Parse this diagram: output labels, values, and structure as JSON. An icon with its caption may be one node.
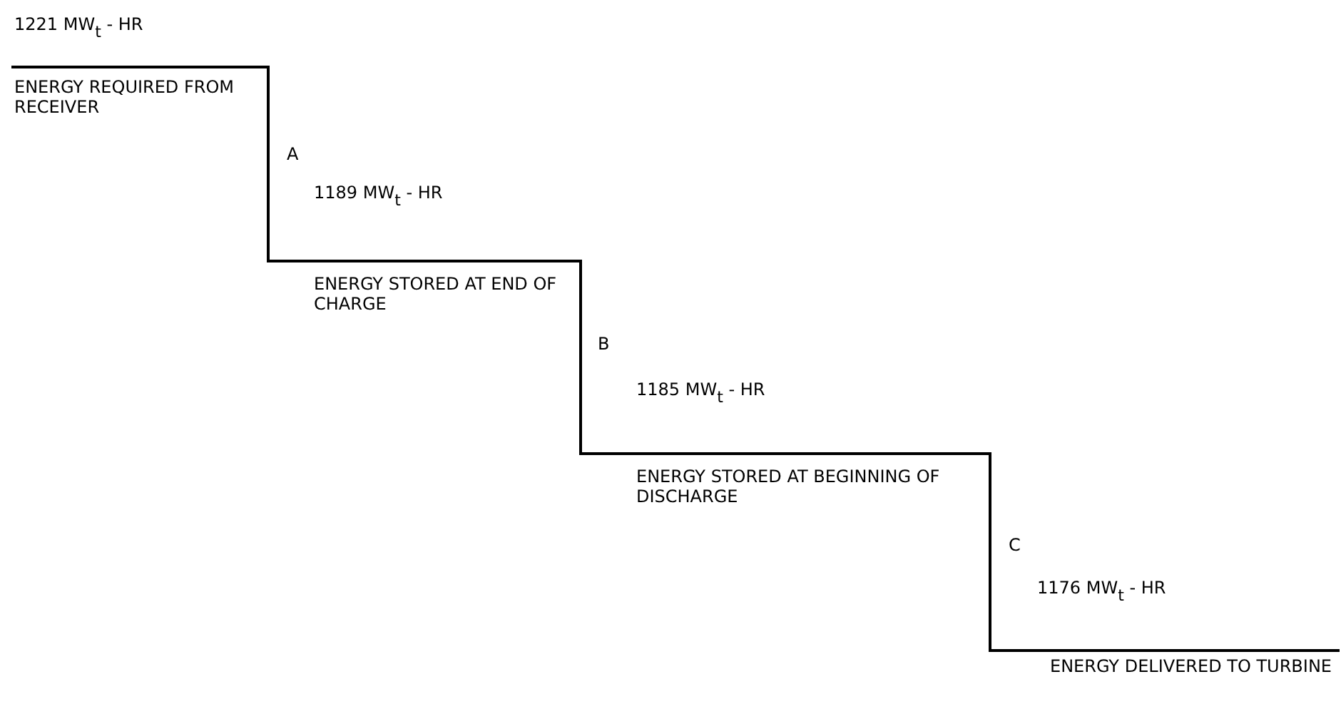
{
  "diagram": {
    "labels": [
      "1221 MW$_{t}$ - HR",
      "ENERGY REQUIRED FROM RECEIVER",
      "A",
      "1189 MW$_{t}$ - HR",
      "ENERGY STORED AT END OF CHARGE",
      "B",
      "1185 MW$_{t}$ - HR",
      "ENERGY STORED AT BEGINNING OF DISCHARGE",
      "C",
      "1176 MW$_{t}$ - HR",
      "ENERGY DELIVERED TO TURBINE"
    ]
  }
}
